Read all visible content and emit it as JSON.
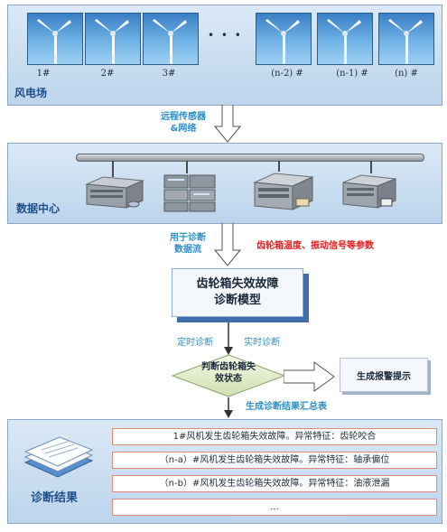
{
  "wind_farm": {
    "title": "风电场",
    "turbines": [
      "1#",
      "2#",
      "3#",
      "(n-2) #",
      "(n-1) #",
      "(n) #"
    ],
    "ellipsis": "• • •"
  },
  "arrow1": {
    "line1": "远程传感器",
    "line2": "&网络"
  },
  "data_center": {
    "title": "数据中心"
  },
  "arrow2": {
    "line1": "用于诊断",
    "line2": "数据流",
    "note": "齿轮箱温度、振动信号等参数"
  },
  "model": {
    "line1": "齿轮箱失效故障",
    "line2": "诊断模型"
  },
  "mode_labels": {
    "scheduled": "定时诊断",
    "realtime": "实时诊断"
  },
  "decision": {
    "line1": "判断齿轮箱失",
    "line2": "效状态"
  },
  "alarm": {
    "label": "生成报警提示"
  },
  "summary_label": "生成诊断结果汇总表",
  "results": {
    "title": "诊断结果",
    "rows": [
      "1#风机发生齿轮箱失效故障。异常特征：齿轮咬合",
      "（n-a）#风机发生齿轮箱失效故障。异常特征：轴承偏位",
      "（n-b）#风机发生齿轮箱失效故障。异常特征：油液泄漏",
      "..."
    ]
  },
  "colors": {
    "accent_blue": "#2d8fc7",
    "note_red": "#e02020",
    "panel_blue": "#c9dcef",
    "dark_blue": "#3f6ea8"
  }
}
